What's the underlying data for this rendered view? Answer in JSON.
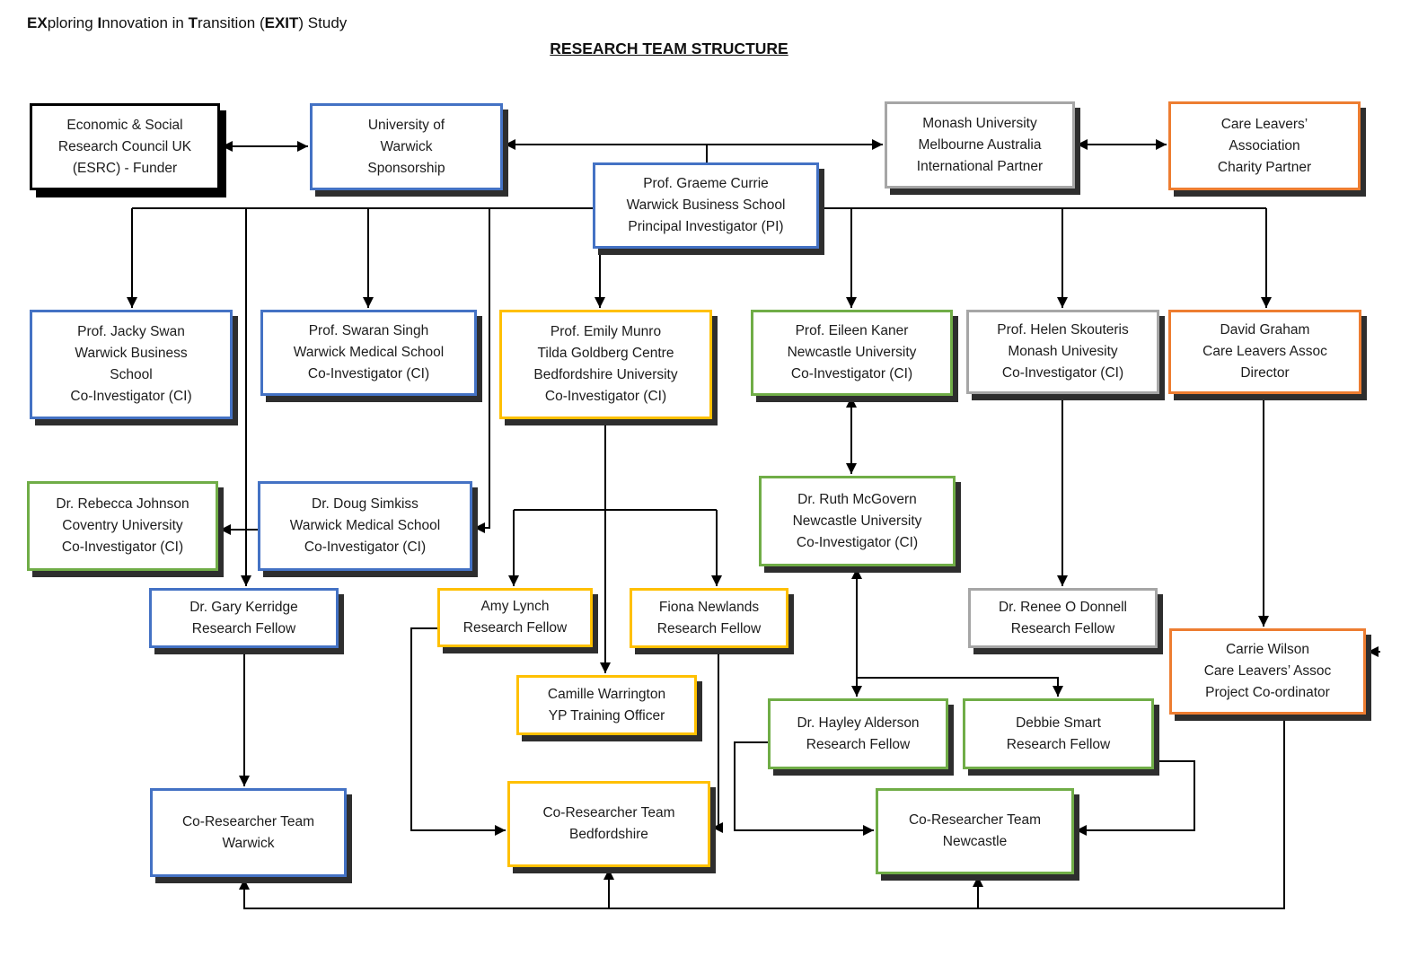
{
  "title_segments": [
    {
      "t": "EX",
      "b": true
    },
    {
      "t": "ploring ",
      "b": false
    },
    {
      "t": "I",
      "b": true
    },
    {
      "t": "nnovation in ",
      "b": false
    },
    {
      "t": "T",
      "b": true
    },
    {
      "t": "ransition (",
      "b": false
    },
    {
      "t": "EXIT",
      "b": true
    },
    {
      "t": ") Study",
      "b": false
    }
  ],
  "heading": "RESEARCH TEAM STRUCTURE",
  "colors": {
    "black": "#000000",
    "blue": "#4472C4",
    "gold": "#FFC000",
    "green": "#70AD47",
    "orange": "#ED7D31",
    "gray": "#A6A6A6",
    "connector": "#000000"
  },
  "nodes": {
    "esrc": {
      "text": "Economic & Social\nResearch Council UK\n(ESRC) - Funder",
      "color": "black"
    },
    "warwick_sponsorship": {
      "text": "University of\nWarwick\nSponsorship",
      "color": "blue"
    },
    "pi": {
      "text": "Prof. Graeme Currie\nWarwick Business School\nPrincipal Investigator (PI)",
      "color": "blue"
    },
    "monash": {
      "text": "Monash University\nMelbourne Australia\nInternational Partner",
      "color": "gray"
    },
    "care_leavers": {
      "text": "Care Leavers’\nAssociation\nCharity Partner",
      "color": "orange"
    },
    "jacky": {
      "text": "Prof. Jacky Swan\nWarwick Business\nSchool\nCo-Investigator (CI)",
      "color": "blue"
    },
    "swaran": {
      "text": "Prof. Swaran Singh\nWarwick Medical School\nCo-Investigator (CI)",
      "color": "blue"
    },
    "emily": {
      "text": "Prof. Emily Munro\nTilda Goldberg Centre\nBedfordshire University\nCo-Investigator (CI)",
      "color": "gold"
    },
    "eileen": {
      "text": "Prof. Eileen Kaner\nNewcastle University\nCo-Investigator (CI)",
      "color": "green"
    },
    "helen": {
      "text": "Prof. Helen Skouteris\nMonash Univesity\nCo-Investigator (CI)",
      "color": "gray"
    },
    "david": {
      "text": "David Graham\nCare Leavers Assoc\nDirector",
      "color": "orange"
    },
    "rebecca": {
      "text": "Dr. Rebecca Johnson\nCoventry University\nCo-Investigator (CI)",
      "color": "green"
    },
    "doug": {
      "text": "Dr. Doug Simkiss\nWarwick Medical School\nCo-Investigator (CI)",
      "color": "blue"
    },
    "ruth": {
      "text": "Dr. Ruth McGovern\nNewcastle University\nCo-Investigator (CI)",
      "color": "green"
    },
    "gary": {
      "text": "Dr. Gary Kerridge\nResearch Fellow",
      "color": "blue"
    },
    "amy": {
      "text": "Amy Lynch\nResearch Fellow",
      "color": "gold"
    },
    "fiona": {
      "text": "Fiona Newlands\nResearch Fellow",
      "color": "gold"
    },
    "renee": {
      "text": "Dr. Renee O Donnell\nResearch Fellow",
      "color": "gray"
    },
    "carrie": {
      "text": "Carrie Wilson\nCare Leavers’ Assoc\nProject Co-ordinator",
      "color": "orange"
    },
    "camille": {
      "text": "Camille Warrington\nYP Training Officer",
      "color": "gold"
    },
    "hayley": {
      "text": "Dr. Hayley Alderson\nResearch Fellow",
      "color": "green"
    },
    "debbie": {
      "text": "Debbie Smart\nResearch Fellow",
      "color": "green"
    },
    "team_warwick": {
      "text": "Co-Researcher Team\nWarwick",
      "color": "blue"
    },
    "team_beds": {
      "text": "Co-Researcher Team\nBedfordshire",
      "color": "gold"
    },
    "team_newcastle": {
      "text": "Co-Researcher Team\nNewcastle",
      "color": "green"
    }
  },
  "edges": [
    {
      "from": "esrc",
      "to": "warwick_sponsorship",
      "dir": "both"
    },
    {
      "from": "pi",
      "to": "warwick_sponsorship",
      "dir": "to"
    },
    {
      "from": "pi",
      "to": "monash",
      "dir": "to"
    },
    {
      "from": "monash",
      "to": "care_leavers",
      "dir": "both"
    },
    {
      "from": "pi",
      "to": "jacky",
      "dir": "to"
    },
    {
      "from": "pi",
      "to": "swaran",
      "dir": "to"
    },
    {
      "from": "pi",
      "to": "emily",
      "dir": "to"
    },
    {
      "from": "pi",
      "to": "eileen",
      "dir": "to"
    },
    {
      "from": "pi",
      "to": "helen",
      "dir": "to"
    },
    {
      "from": "pi",
      "to": "david",
      "dir": "to"
    },
    {
      "from": "pi",
      "to": "gary",
      "dir": "to"
    },
    {
      "from": "pi",
      "to": "rebecca",
      "dir": "to"
    },
    {
      "from": "pi",
      "to": "doug",
      "dir": "to"
    },
    {
      "from": "emily",
      "to": "amy",
      "dir": "to"
    },
    {
      "from": "emily",
      "to": "fiona",
      "dir": "to"
    },
    {
      "from": "emily",
      "to": "camille",
      "dir": "to"
    },
    {
      "from": "eileen",
      "to": "ruth",
      "dir": "both"
    },
    {
      "from": "ruth",
      "to": "hayley",
      "dir": "both"
    },
    {
      "from": "ruth",
      "to": "debbie",
      "dir": "both"
    },
    {
      "from": "helen",
      "to": "renee",
      "dir": "to"
    },
    {
      "from": "david",
      "to": "carrie",
      "dir": "to"
    },
    {
      "from": "gary",
      "to": "team_warwick",
      "dir": "to"
    },
    {
      "from": "amy",
      "to": "team_beds",
      "dir": "to"
    },
    {
      "from": "fiona",
      "to": "team_beds",
      "dir": "to"
    },
    {
      "from": "hayley",
      "to": "team_newcastle",
      "dir": "to"
    },
    {
      "from": "debbie",
      "to": "team_newcastle",
      "dir": "to"
    },
    {
      "from": "carrie",
      "to": "team_warwick",
      "dir": "to"
    },
    {
      "from": "carrie",
      "to": "team_beds",
      "dir": "to"
    },
    {
      "from": "carrie",
      "to": "team_newcastle",
      "dir": "to"
    }
  ]
}
